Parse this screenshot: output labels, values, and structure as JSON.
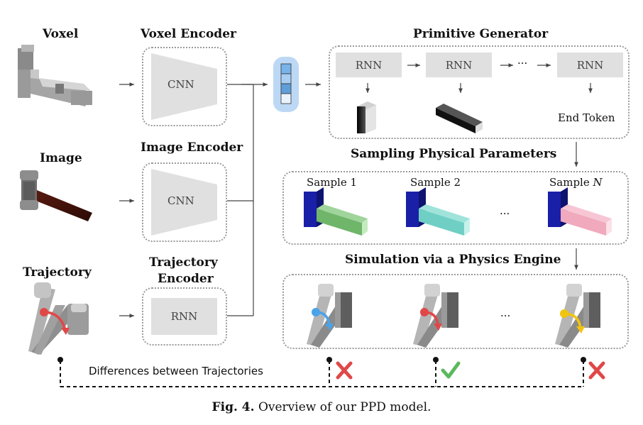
{
  "inputs": {
    "voxel": "Voxel",
    "image": "Image",
    "trajectory": "Trajectory"
  },
  "encoders": {
    "voxel": {
      "title": "Voxel Encoder",
      "net": "CNN"
    },
    "image": {
      "title": "Image Encoder",
      "net": "CNN"
    },
    "trajectory": {
      "title_line1": "Trajectory",
      "title_line2": "Encoder",
      "net": "RNN"
    }
  },
  "generator": {
    "title": "Primitive Generator",
    "rnn_label": "RNN",
    "ellipsis": "···",
    "end_token": "End Token"
  },
  "sampling": {
    "title": "Sampling Physical Parameters",
    "sample1": "Sample 1",
    "sample2": "Sample 2",
    "sampleN_prefix": "Sample",
    "sampleN_var": "N",
    "ellipsis": "..."
  },
  "simulation": {
    "title": "Simulation via a Physics Engine",
    "ellipsis": "..."
  },
  "bottom": {
    "diff_label": "Differences between Trajectories"
  },
  "caption": {
    "prefix": "Fig. 4.",
    "text": " Overview of our PPD model."
  },
  "colors": {
    "sample1": "#6fb56a",
    "sample2": "#6fcfc4",
    "sampleN": "#f0a9bd",
    "base_block": "#1a1fa8",
    "cross": "#e04848",
    "check": "#5cb85c",
    "latent": "#bcd8f4"
  }
}
